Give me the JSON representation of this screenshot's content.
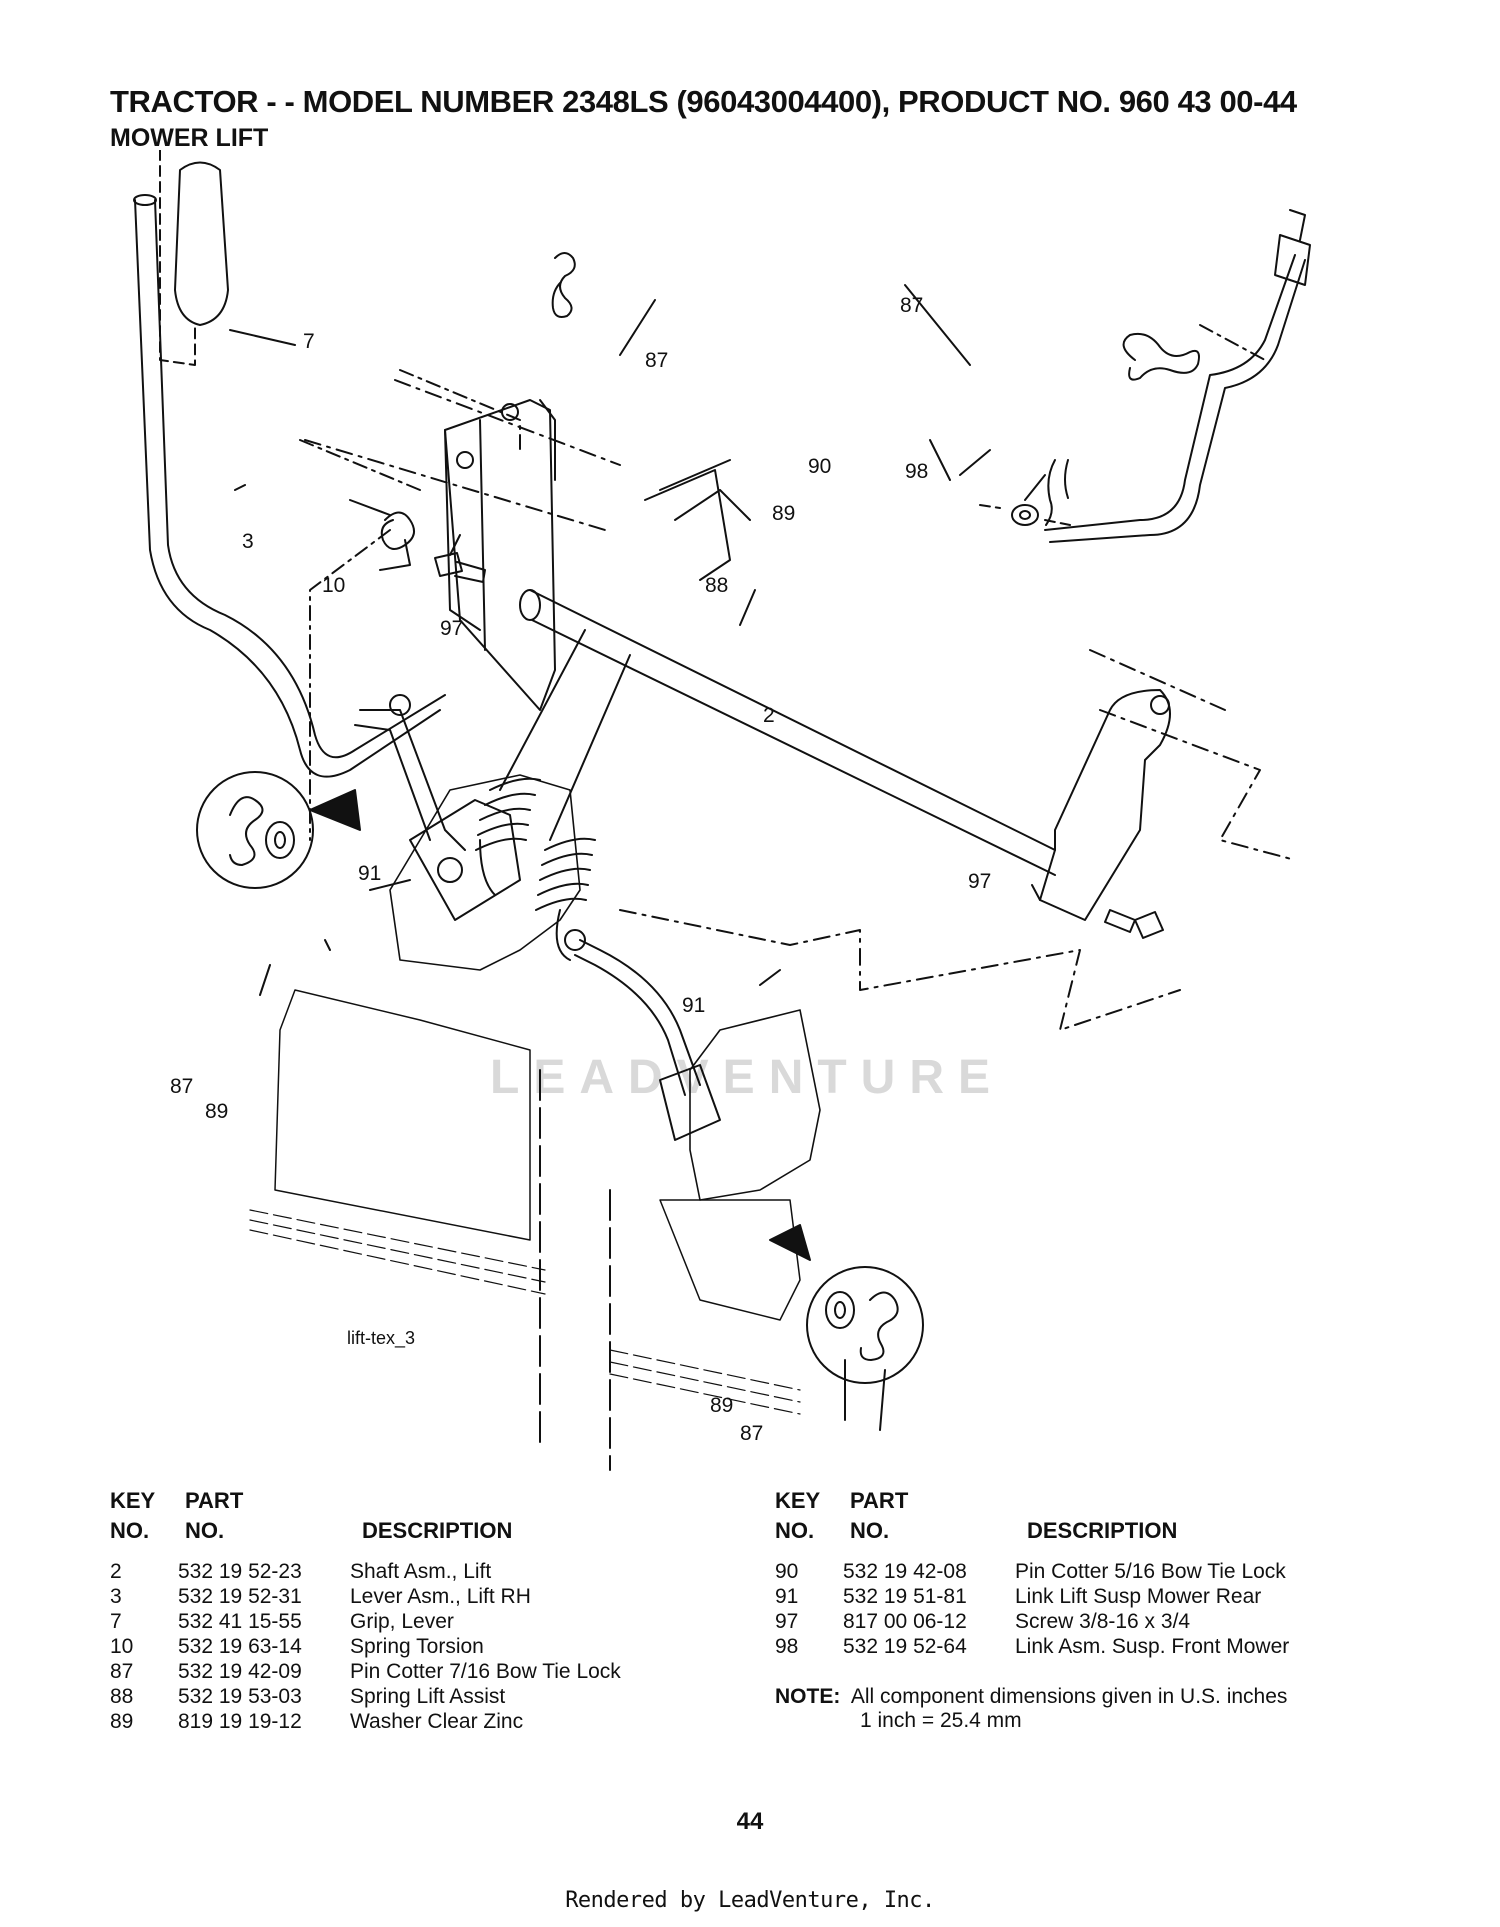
{
  "header": {
    "title": "TRACTOR - - MODEL NUMBER 2348LS (96043004400), PRODUCT NO. 960 43 00-44",
    "subtitle": "MOWER LIFT"
  },
  "diagram": {
    "figure_ref": "lift-tex_3",
    "watermark": "LEADVENTURE",
    "callouts": {
      "c7": "7",
      "c87a": "87",
      "c87b": "87",
      "c90": "90",
      "c98": "98",
      "c89a": "89",
      "c3": "3",
      "c10": "10",
      "c97a": "97",
      "c88": "88",
      "c2": "2",
      "c97b": "97",
      "c91a": "91",
      "c87c": "87",
      "c89b": "89",
      "c91b": "91",
      "c89c": "89",
      "c87d": "87"
    }
  },
  "parts_table_left": {
    "header": {
      "key1": "KEY",
      "key2": "NO.",
      "part1": "PART",
      "part2": "NO.",
      "description": "DESCRIPTION"
    },
    "rows": [
      {
        "key": "2",
        "part": "532 19 52-23",
        "description": "Shaft Asm., Lift"
      },
      {
        "key": "3",
        "part": "532 19 52-31",
        "description": "Lever Asm., Lift RH"
      },
      {
        "key": "7",
        "part": "532 41 15-55",
        "description": "Grip, Lever"
      },
      {
        "key": "10",
        "part": "532 19 63-14",
        "description": "Spring  Torsion"
      },
      {
        "key": "87",
        "part": "532 19 42-09",
        "description": "Pin Cotter 7/16 Bow Tie Lock"
      },
      {
        "key": "88",
        "part": "532 19 53-03",
        "description": "Spring Lift Assist"
      },
      {
        "key": "89",
        "part": "819 19 19-12",
        "description": "Washer Clear Zinc"
      }
    ]
  },
  "parts_table_right": {
    "header": {
      "key1": "KEY",
      "key2": "NO.",
      "part1": "PART",
      "part2": "NO.",
      "description": "DESCRIPTION"
    },
    "rows": [
      {
        "key": "90",
        "part": "532 19 42-08",
        "description": "Pin Cotter 5/16 Bow Tie Lock"
      },
      {
        "key": "91",
        "part": "532 19 51-81",
        "description": "Link Lift Susp Mower Rear"
      },
      {
        "key": "97",
        "part": "817 00 06-12",
        "description": "Screw 3/8-16 x 3/4"
      },
      {
        "key": "98",
        "part": "532 19 52-64",
        "description": "Link Asm. Susp. Front Mower"
      }
    ]
  },
  "note": {
    "label": "NOTE:",
    "line1": "All component dimensions given in U.S. inches",
    "line2": "1 inch = 25.4 mm"
  },
  "page_number": "44",
  "footer": "Rendered by LeadVenture, Inc."
}
